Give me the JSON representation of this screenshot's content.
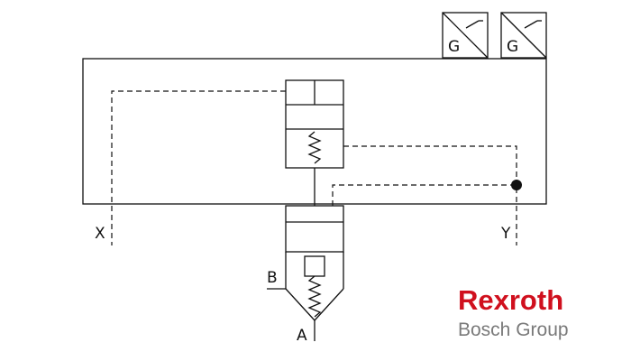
{
  "diagram": {
    "ports": {
      "x": "X",
      "y": "Y",
      "a": "A",
      "b": "B"
    },
    "switches": [
      {
        "label": "G"
      },
      {
        "label": "G"
      }
    ]
  },
  "logo": {
    "brand": "Rexroth",
    "group": "Bosch Group",
    "brand_color": "#d0101e",
    "group_color": "#7a7a7a"
  },
  "colors": {
    "line": "#111111"
  }
}
